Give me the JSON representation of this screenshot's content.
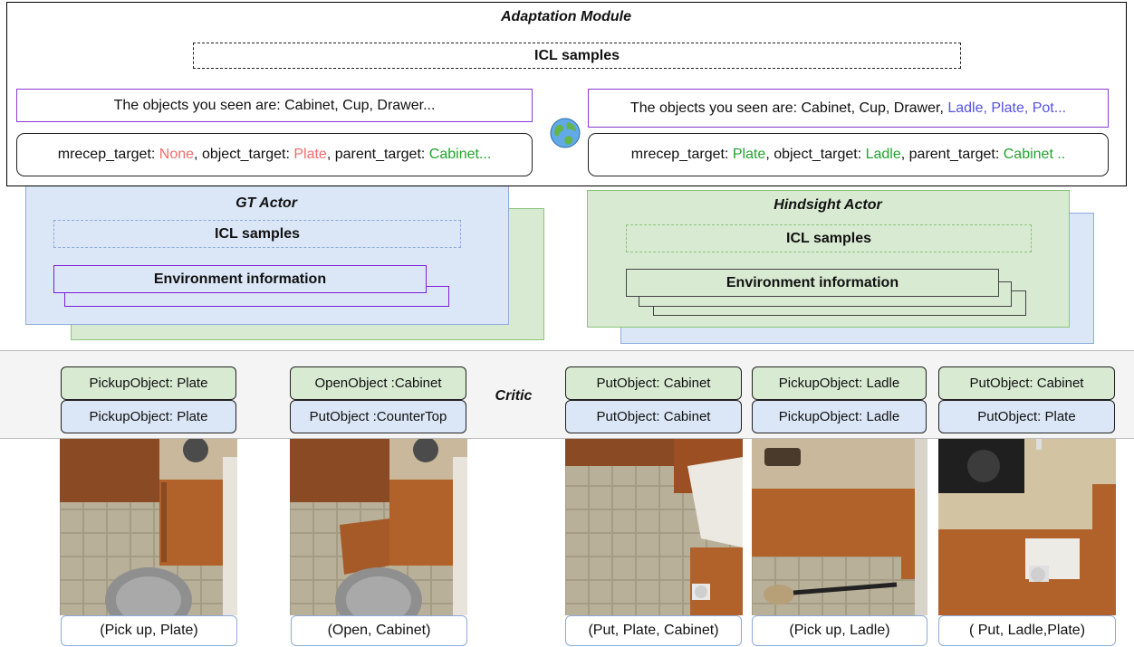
{
  "adaptation": {
    "title": "Adaptation Module",
    "icl": "ICL samples",
    "left": {
      "objects": "The objects you seen are:  Cabinet, Cup, Drawer...",
      "targets": {
        "k1": "mrecep_target: ",
        "v1": "None",
        "k2": ", object_target: ",
        "v2": "Plate",
        "k3": ", parent_target: ",
        "v3": "Cabinet..."
      }
    },
    "right": {
      "objects_prefix": "The objects you seen are:  Cabinet, Cup, Drawer, ",
      "objects_new": "Ladle, Plate, Pot...",
      "targets": {
        "k1": "mrecep_target: ",
        "v1": "Plate",
        "k2": ", object_target: ",
        "v2": "Ladle",
        "k3": ", parent_target: ",
        "v3": "Cabinet ..",
        "tail": ""
      }
    },
    "globe_icon": "globe-icon"
  },
  "gt_actor": {
    "title": "GT Actor",
    "icl": "ICL samples",
    "env": "Environment information"
  },
  "hindsight_actor": {
    "title": "Hindsight Actor",
    "icl": "ICL samples",
    "env": "Environment information"
  },
  "critic": {
    "label": "Critic",
    "columns": [
      {
        "top": "PickupObject: Plate",
        "bottom": "PickupObject: Plate",
        "caption": "(Pick up, Plate)"
      },
      {
        "top": "OpenObject :Cabinet",
        "bottom": "PutObject :CounterTop",
        "caption": "(Open, Cabinet)"
      },
      {
        "top": "PutObject: Cabinet",
        "bottom": "PutObject: Cabinet",
        "caption": "(Put, Plate, Cabinet)"
      },
      {
        "top": "PickupObject: Ladle",
        "bottom": "PickupObject: Ladle",
        "caption": "(Pick up, Ladle)"
      },
      {
        "top": "PutObject: Cabinet",
        "bottom": "PutObject: Plate",
        "caption": "( Put, Ladle,Plate)"
      }
    ]
  },
  "colors": {
    "green_fill": "#d8ead2",
    "blue_fill": "#dbe7f7",
    "purple_border": "#8a3ccf",
    "red_text": "#f26b6b",
    "green_text": "#22a32c",
    "blue_text": "#5552e8"
  }
}
